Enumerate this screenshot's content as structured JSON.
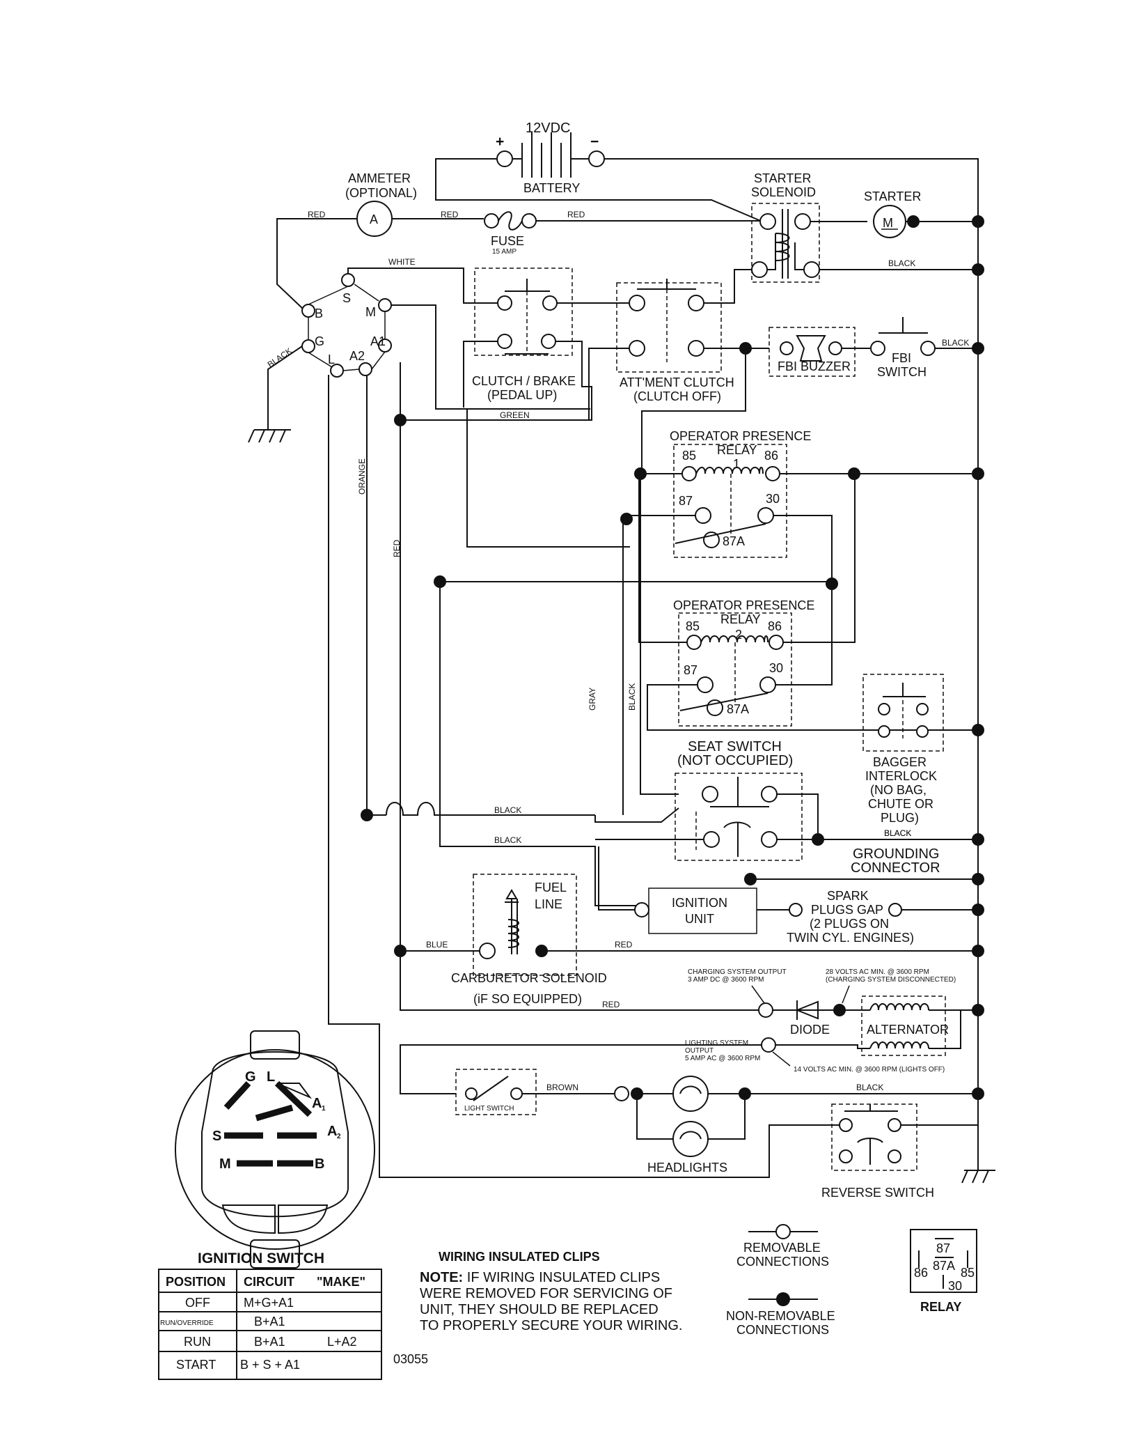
{
  "battery": {
    "voltage": "12VDC",
    "label": "BATTERY",
    "plus": "+",
    "minus": "−"
  },
  "ammeter": {
    "label1": "AMMETER",
    "label2": "(OPTIONAL)",
    "symbol": "A"
  },
  "fuse": {
    "label": "FUSE",
    "rating": "15 AMP"
  },
  "starter_solenoid": {
    "label1": "STARTER",
    "label2": "SOLENOID"
  },
  "starter": {
    "label": "STARTER",
    "symbol": "M"
  },
  "wire_colors": {
    "red": "RED",
    "white": "WHITE",
    "black": "BLACK",
    "green": "GREEN",
    "orange": "ORANGE",
    "gray": "GRAY",
    "blue": "BLUE",
    "brown": "BROWN"
  },
  "ignition_terminals": {
    "b": "B",
    "s": "S",
    "m": "M",
    "g": "G",
    "a1": "A1",
    "l": "L",
    "a2": "A2"
  },
  "clutch_brake": {
    "label1": "CLUTCH / BRAKE",
    "label2": "(PEDAL UP)"
  },
  "att_clutch": {
    "label1": "ATT'MENT CLUTCH",
    "label2": "(CLUTCH OFF)"
  },
  "fbi_buzzer": {
    "label": "FBI BUZZER"
  },
  "fbi_switch": {
    "label1": "FBI",
    "label2": "SWITCH"
  },
  "relay1": {
    "title": "OPERATOR PRESENCE",
    "relay": "RELAY",
    "num": "1",
    "t85": "85",
    "t86": "86",
    "t87": "87",
    "t30": "30",
    "t87a": "87A"
  },
  "relay2": {
    "title": "OPERATOR PRESENCE",
    "relay": "RELAY",
    "num": "2",
    "t85": "85",
    "t86": "86",
    "t87": "87",
    "t30": "30",
    "t87a": "87A"
  },
  "seat_switch": {
    "label1": "SEAT SWITCH",
    "label2": "(NOT OCCUPIED)"
  },
  "bagger": {
    "label1": "BAGGER",
    "label2": "INTERLOCK",
    "label3": "(NO BAG,",
    "label4": "CHUTE OR",
    "label5": "PLUG)"
  },
  "grounding": {
    "label1": "GROUNDING",
    "label2": "CONNECTOR"
  },
  "fuel": {
    "label1": "FUEL",
    "label2": "LINE"
  },
  "ignition_unit": {
    "label1": "IGNITION",
    "label2": "UNIT"
  },
  "spark": {
    "label1": "SPARK",
    "label2": "PLUGS GAP",
    "label3": "(2 PLUGS ON",
    "label4": "TWIN CYL. ENGINES)"
  },
  "carb": {
    "label1": "CARBURETOR SOLENOID",
    "label2": "(iF SO EQUIPPED)"
  },
  "charging": {
    "out1": "CHARGING SYSTEM OUTPUT",
    "out2": "3 AMP DC @ 3600 RPM",
    "ac1": "28 VOLTS AC MIN. @ 3600 RPM",
    "ac2": "(CHARGING SYSTEM DISCONNECTED)"
  },
  "diode": {
    "label": "DIODE"
  },
  "alternator": {
    "label": "ALTERNATOR"
  },
  "lighting": {
    "out1": "LIGHTING SYSTEM",
    "out2": "OUTPUT",
    "out3": "5 AMP AC @ 3600 RPM",
    "ac": "14 VOLTS AC MIN. @ 3600 RPM (LIGHTS OFF)"
  },
  "light_switch": {
    "label": "LIGHT SWITCH"
  },
  "headlights": {
    "label": "HEADLIGHTS"
  },
  "reverse_switch": {
    "label": "REVERSE SWITCH"
  },
  "ign_face": {
    "g": "G",
    "l": "L",
    "a1": "A",
    "a1sub": "1",
    "a2": "A",
    "a2sub": "2",
    "s": "S",
    "m": "M",
    "b": "B"
  },
  "ignition_switch": {
    "title": "IGNITION SWITCH",
    "headers": [
      "POSITION",
      "CIRCUIT",
      "\"MAKE\""
    ],
    "rows": [
      {
        "position": "OFF",
        "circuit": "M+G+A1",
        "circuit2": ""
      },
      {
        "position": "RUN/OVERRIDE",
        "circuit": "B+A1",
        "circuit2": ""
      },
      {
        "position": "RUN",
        "circuit": "B+A1",
        "circuit2": "L+A2"
      },
      {
        "position": "START",
        "circuit": "B + S + A1",
        "circuit2": ""
      }
    ]
  },
  "clips": {
    "title": "WIRING INSULATED CLIPS",
    "note_lead": "NOTE:",
    "line1": " IF WIRING INSULATED CLIPS",
    "line2": "WERE REMOVED FOR SERVICING OF",
    "line3": " UNIT, THEY SHOULD BE REPLACED",
    "line4": "TO PROPERLY SECURE YOUR WIRING."
  },
  "legend": {
    "removable1": "REMOVABLE",
    "removable2": "CONNECTIONS",
    "nonremovable1": "NON-REMOVABLE",
    "nonremovable2": "CONNECTIONS"
  },
  "relay_legend": {
    "t87": "87",
    "t87a": "87A",
    "t86": "86",
    "t85": "85",
    "t30": "30",
    "label": "RELAY"
  },
  "drawing_number": "03055"
}
